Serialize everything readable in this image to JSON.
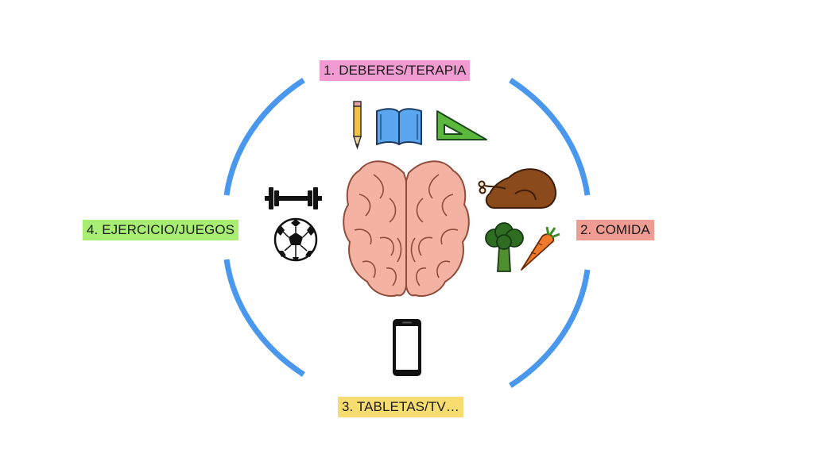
{
  "diagram": {
    "labels": {
      "deberes": "1. DEBERES/TERAPIA",
      "comida": "2. COMIDA",
      "tabletas": "3. TABLETAS/TV…",
      "ejercicio": "4. EJERCICIO/JUEGOS"
    },
    "colors": {
      "deberes": "#f29bd2",
      "comida": "#f19c93",
      "tabletas": "#f7dc6f",
      "ejercicio": "#a8ee72",
      "ring": "#4a98ee",
      "brain_fill": "#f3b2a2",
      "brain_stroke": "#8f4c3a"
    },
    "icons": {
      "deberes": [
        "pencil-icon",
        "book-icon",
        "set-square-icon"
      ],
      "comida": [
        "roast-chicken-icon",
        "broccoli-icon",
        "carrot-icon"
      ],
      "tabletas": [
        "smartphone-icon"
      ],
      "ejercicio": [
        "dumbbell-icon",
        "soccer-ball-icon"
      ],
      "center": "brain-icon"
    }
  }
}
